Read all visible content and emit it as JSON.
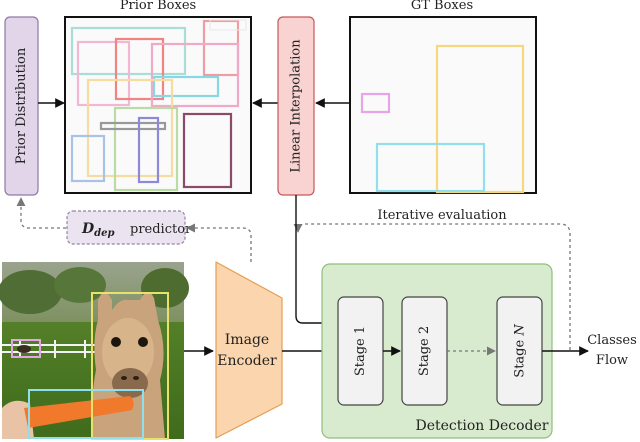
{
  "labels": {
    "prior_boxes": "Prior Boxes",
    "gt_boxes": "GT Boxes",
    "prior_distribution": "Prior Distribution",
    "linear_interpolation": "Linear Interpolation",
    "iterative_evaluation": "Iterative evaluation",
    "dep_predictor_symbol": "D",
    "dep_predictor_sub": "dep",
    "dep_predictor_text": "predictor",
    "image_encoder_line1": "Image",
    "image_encoder_line2": "Encoder",
    "stage1": "Stage 1",
    "stage2": "Stage 2",
    "stageN_prefix": "Stage ",
    "stageN_var": "N",
    "detection_decoder": "Detection Decoder",
    "classes": "Classes",
    "flow": "Flow"
  },
  "colors": {
    "prior_dist_fill": "#e2d5ea",
    "prior_dist_stroke": "#8e7aa3",
    "linear_interp_fill": "#f9d3d1",
    "linear_interp_stroke": "#c7585a",
    "encoder_fill": "#fbd5ad",
    "encoder_stroke": "#e59e52",
    "decoder_fill": "#d9ebcf",
    "decoder_stroke": "#8fbf7a",
    "stage_fill": "#f2f2f2",
    "stage_stroke": "#444444",
    "predictor_fill": "#ece3f1",
    "predictor_stroke": "#9580a8"
  }
}
